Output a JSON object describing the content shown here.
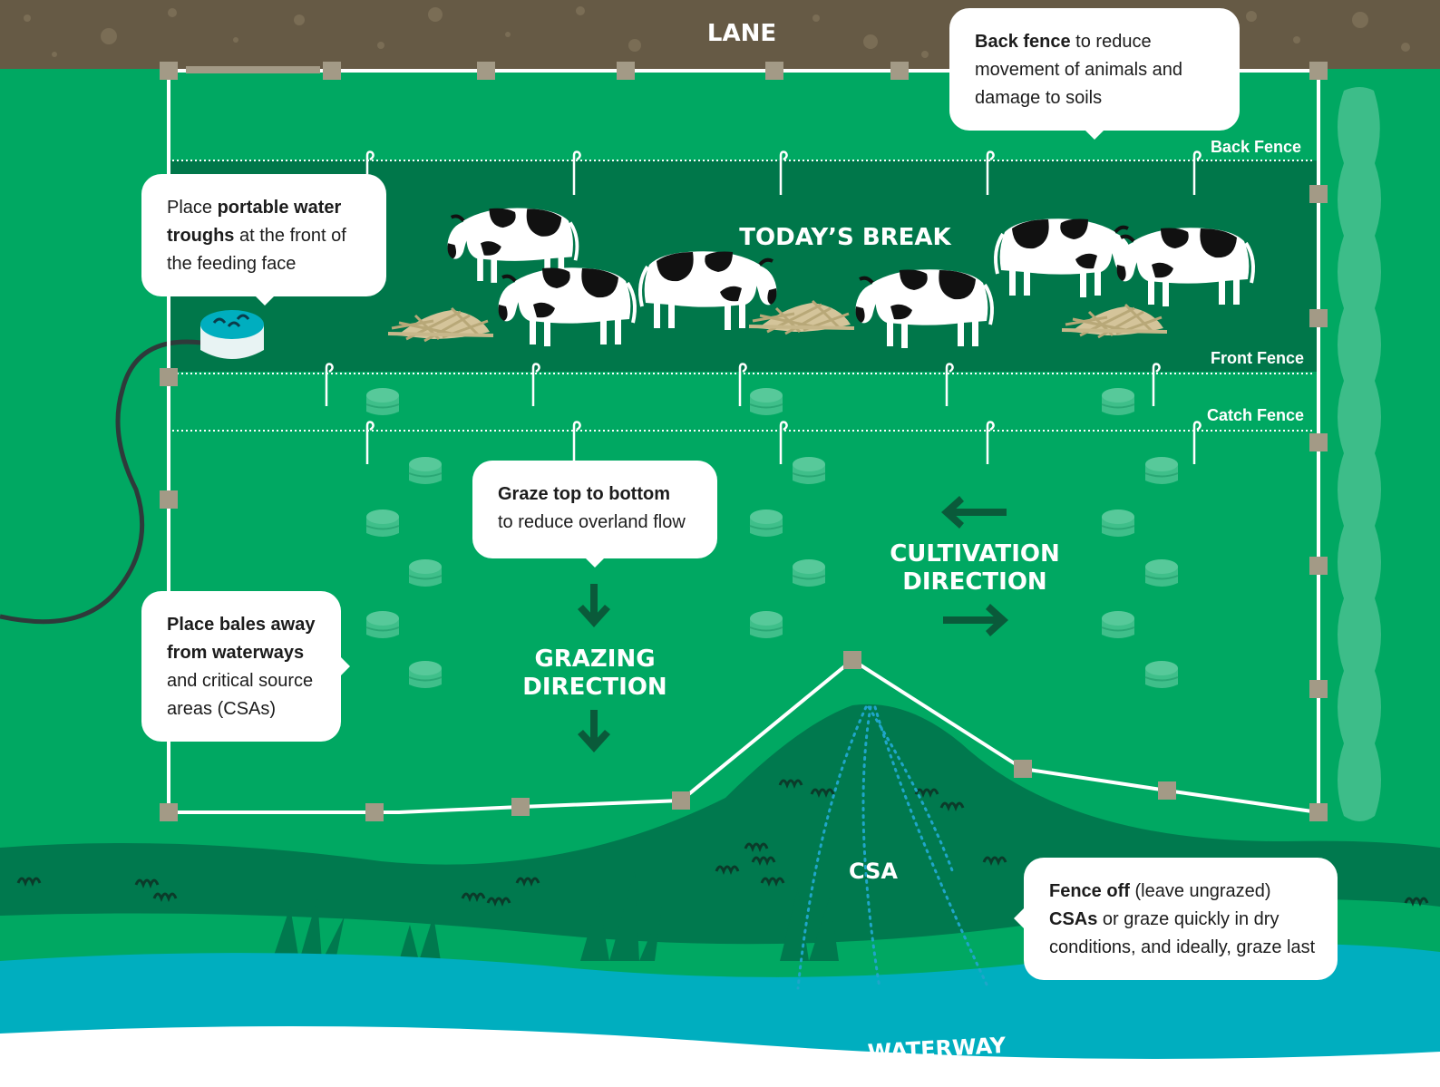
{
  "labels": {
    "lane": "LANE",
    "todays_break": "TODAY’S BREAK",
    "back_fence": "Back Fence",
    "front_fence": "Front Fence",
    "catch_fence": "Catch Fence",
    "cultivation_line1": "CULTIVATION",
    "cultivation_line2": "DIRECTION",
    "grazing_line1": "GRAZING",
    "grazing_line2": "DIRECTION",
    "csa": "CSA",
    "waterway": "WATERWAY"
  },
  "callouts": {
    "back_fence": {
      "bold": "Back fence",
      "rest": " to reduce movement of animals and damage to soils"
    },
    "water_troughs": {
      "pre": "Place ",
      "bold": "portable water troughs",
      "rest": " at the front of the feeding face"
    },
    "graze": {
      "bold": "Graze top to bottom",
      "rest": "to reduce overland flow"
    },
    "bales": {
      "bold": "Place bales away from waterways",
      "rest": "and critical source areas (CSAs)"
    },
    "fence_off": {
      "bold1": "Fence off",
      "rest1": " (leave ungrazed)",
      "bold2": "CSAs",
      "rest2": " or graze quickly in dry conditions, and ideally, graze last"
    }
  },
  "colors": {
    "lane": "#665a45",
    "paddock": "#00a862",
    "break_area": "#00774a",
    "dark_grass": "#00794e",
    "waterway": "#00aebf",
    "post": "#a39a86",
    "bale": "#3fbf8a"
  },
  "icons": [
    "cow-icon",
    "hay-icon",
    "water-trough-icon",
    "bale-icon",
    "arrow-down-icon",
    "arrow-left-icon",
    "arrow-right-icon",
    "fence-post-icon",
    "hedge-icon"
  ]
}
